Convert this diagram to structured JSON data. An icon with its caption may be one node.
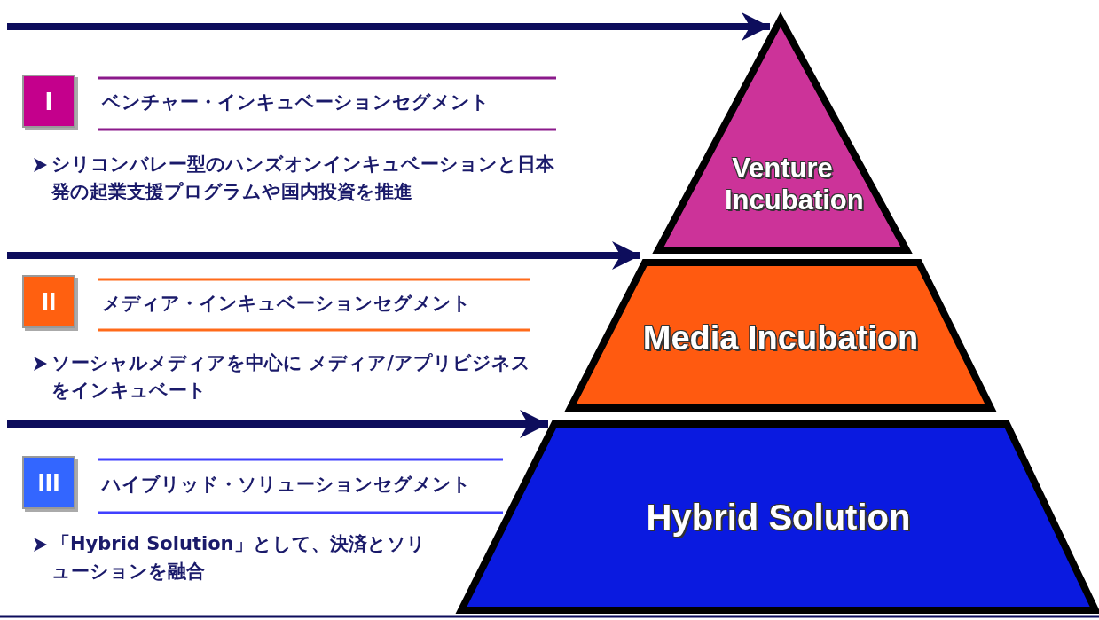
{
  "diagram": {
    "nodes": [
      {
        "text": [
          "Venture Incubation"
        ]
      },
      {
        "text": [
          "Media Incubation"
        ]
      },
      {
        "text": [
          "Hybrid Solution"
        ]
      },
      {
        "text": [
          "I"
        ]
      },
      {
        "text": [
          "II"
        ]
      },
      {
        "text": [
          "III"
        ]
      }
    ],
    "edges": [
      {
        "from": null,
        "to": 0,
        "arrow": "to"
      },
      {
        "from": null,
        "to": 1,
        "arrow": "to"
      },
      {
        "from": null,
        "to": 2,
        "arrow": "to"
      }
    ],
    "labels": [
      "ベンチャー・インキュベーションセグメント",
      "シリコンバレー型のハンズオンインキュベーションと日本発の起業支援プログラムや国内投資を推進",
      "メディア・インキュベーションセグメント",
      "ソーシャルメディアを中心に メディア/アプリビジネスをインキュベート",
      "ハイブリッド・ソリューションセグメント",
      "「Hybrid Solution」として、決済とソリューションを融合"
    ]
  }
}
